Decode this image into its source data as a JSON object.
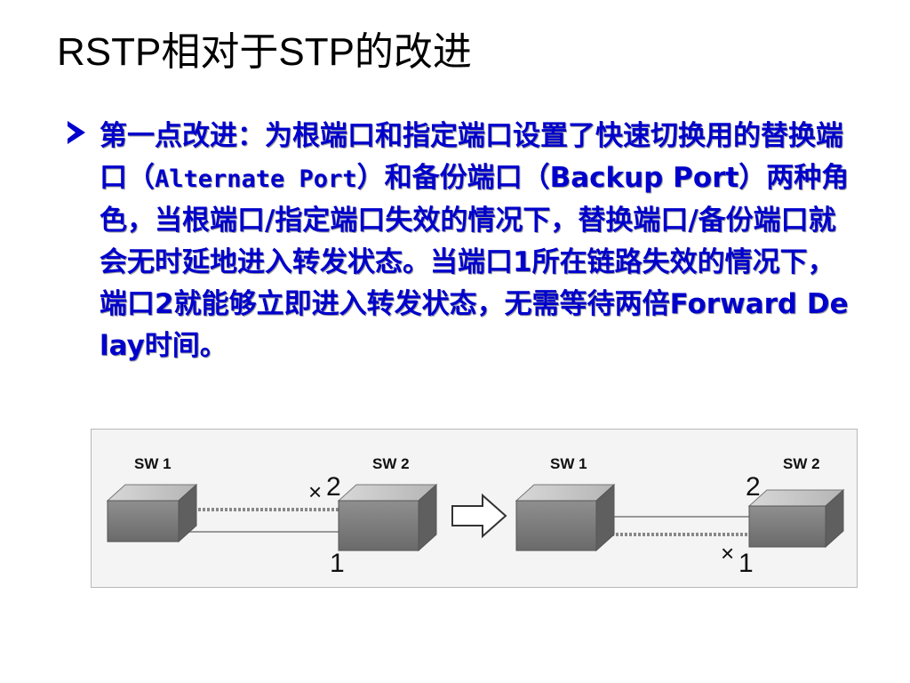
{
  "slide": {
    "title": "RSTP相对于STP的改进",
    "bullet": {
      "part1": "第一点改进：为根端口和指定端口设置了快速切换用的替换端口（",
      "part2": "Alternate Port",
      "part3": "）和备份端口（",
      "part4": "Backup Port",
      "part5": "）两种角色，当根端口/指定端口失效的情况下，替换端口/备份端口就会无时延地进入转发状态。当端口1所在链路失效的情况下，端口2就能够立即进入转发状态，无需等待两倍Forward Delay时间。"
    }
  },
  "diagram": {
    "left": {
      "sw_a": "SW 1",
      "sw_b": "SW 2",
      "port_top": "2",
      "port_bottom": "1",
      "x_mark": "×"
    },
    "right": {
      "sw_a": "SW 1",
      "sw_b": "SW 2",
      "port_top": "2",
      "port_bottom": "1",
      "x_mark": "×"
    }
  }
}
